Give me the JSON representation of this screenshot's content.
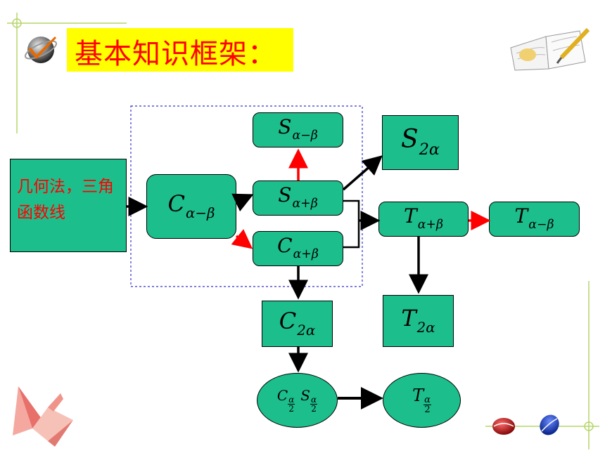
{
  "title": "基本知识框架：",
  "colors": {
    "box_fill": "#1cbf8c",
    "title_bg": "#ffff00",
    "title_text": "#ff0000",
    "arrow_black": "#000000",
    "arrow_red": "#ff0000",
    "dashed_border": "#3333cc"
  },
  "nodes": {
    "geometry": "几何法，三角函数线",
    "c_minus": {
      "letter": "C",
      "sub": "α−β"
    },
    "s_minus": {
      "letter": "S",
      "sub": "α−β"
    },
    "s_plus": {
      "letter": "S",
      "sub": "α+β"
    },
    "c_plus": {
      "letter": "C",
      "sub": "α+β"
    },
    "s_double": {
      "letter": "S",
      "sub": "2α"
    },
    "t_plus": {
      "letter": "T",
      "sub": "α+β"
    },
    "t_minus": {
      "letter": "T",
      "sub": "α−β"
    },
    "c_double": {
      "letter": "C",
      "sub": "2α"
    },
    "t_double": {
      "letter": "T",
      "sub": "2α"
    },
    "half_angle": {
      "c": "C",
      "s": "S",
      "num": "α",
      "den": "2"
    },
    "t_half": {
      "letter": "T",
      "num": "α",
      "den": "2"
    }
  },
  "icons": [
    "globe-check-icon",
    "open-book-pencil-icon",
    "paper-crane-icon",
    "red-ball-icon",
    "blue-ball-icon"
  ]
}
